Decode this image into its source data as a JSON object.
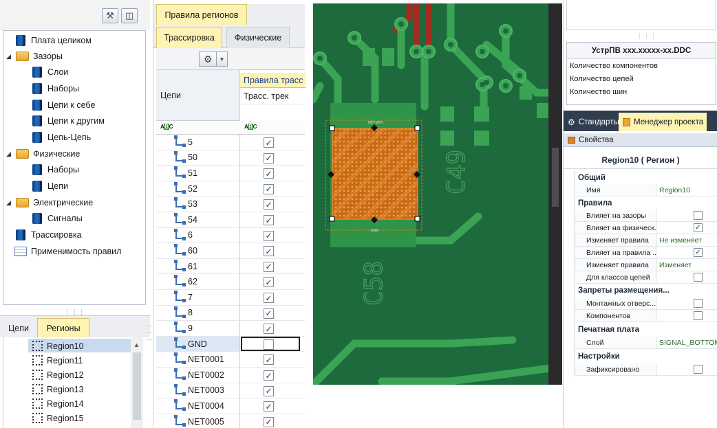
{
  "left_panel": {
    "tree": [
      {
        "label": "Плата целиком",
        "icon": "book-icon",
        "level": 0
      },
      {
        "label": "Зазоры",
        "icon": "folder-icon",
        "level": 0,
        "expanded": true
      },
      {
        "label": "Слои",
        "icon": "book-icon",
        "level": 1
      },
      {
        "label": "Наборы",
        "icon": "book-icon",
        "level": 1
      },
      {
        "label": "Цепи к себе",
        "icon": "book-icon",
        "level": 1
      },
      {
        "label": "Цепи к другим",
        "icon": "book-icon",
        "level": 1
      },
      {
        "label": "Цепь-Цепь",
        "icon": "book-icon",
        "level": 1
      },
      {
        "label": "Физические",
        "icon": "folder-icon",
        "level": 0,
        "expanded": true
      },
      {
        "label": "Наборы",
        "icon": "book-icon",
        "level": 1
      },
      {
        "label": "Цепи",
        "icon": "book-icon",
        "level": 1
      },
      {
        "label": "Электрические",
        "icon": "folder-icon",
        "level": 0,
        "expanded": true
      },
      {
        "label": "Сигналы",
        "icon": "book-icon",
        "level": 1
      },
      {
        "label": "Трассировка",
        "icon": "book-icon",
        "level": 0
      },
      {
        "label": "Применимость правил",
        "icon": "table-icon",
        "level": 0
      }
    ],
    "bottom_tabs": [
      {
        "label": "Цепи",
        "active": false
      },
      {
        "label": "Регионы",
        "active": true
      }
    ],
    "regions": [
      "Region10",
      "Region11",
      "Region12",
      "Region13",
      "Region14",
      "Region15"
    ],
    "selected_region": "Region10"
  },
  "rules_panel": {
    "title_tab": "Правила регионов",
    "sub_tabs": [
      {
        "label": "Трассировка",
        "active": true
      },
      {
        "label": "Физические",
        "active": false
      }
    ],
    "columns": {
      "nets": "Цепи",
      "group": "Правила трасс",
      "track": "Трасс. трек"
    },
    "filter_icon": "abc-filter-icon",
    "rows": [
      {
        "net": "5",
        "checked": true
      },
      {
        "net": "50",
        "checked": true
      },
      {
        "net": "51",
        "checked": true
      },
      {
        "net": "52",
        "checked": true
      },
      {
        "net": "53",
        "checked": true
      },
      {
        "net": "54",
        "checked": true
      },
      {
        "net": "6",
        "checked": true
      },
      {
        "net": "60",
        "checked": true
      },
      {
        "net": "61",
        "checked": true
      },
      {
        "net": "62",
        "checked": true
      },
      {
        "net": "7",
        "checked": true
      },
      {
        "net": "8",
        "checked": true
      },
      {
        "net": "9",
        "checked": true
      },
      {
        "net": "GND",
        "checked": false,
        "selected": true
      },
      {
        "net": "NET0001",
        "checked": true
      },
      {
        "net": "NET0002",
        "checked": true
      },
      {
        "net": "NET0003",
        "checked": true
      },
      {
        "net": "NET0004",
        "checked": true
      },
      {
        "net": "NET0005",
        "checked": true
      }
    ]
  },
  "pcb": {
    "silkscreen": [
      "C49",
      "C58"
    ],
    "pad_labels": [
      "NET-ZPH",
      "GND"
    ],
    "colors": {
      "board": "#1d6b3d",
      "copper": "#3aa454",
      "region": "#e07a1a",
      "trace_red": "#b3261e"
    }
  },
  "right_panel": {
    "info": {
      "title": "УстрПВ xxx.xxxxx-xx.DDC",
      "rows": [
        "Количество компонентов",
        "Количество цепей",
        "Количество шин"
      ]
    },
    "tabs": [
      {
        "label": "Стандарты",
        "icon": "gear-icon",
        "active": false
      },
      {
        "label": "Менеджер проекта",
        "icon": "project-icon",
        "active": true
      }
    ],
    "properties_label": "Свойства",
    "object_title": "Region10 ( Регион )",
    "categories": [
      {
        "name": "Общий",
        "rows": [
          {
            "name": "Имя",
            "value": "Region10"
          }
        ]
      },
      {
        "name": "Правила",
        "rows": [
          {
            "name": "Влияет на зазоры",
            "checkbox": false
          },
          {
            "name": "Влияет на физическ...",
            "checkbox": true
          },
          {
            "name": "Изменяет правила",
            "value": "Не изменяет"
          },
          {
            "name": "Влияет на правила ...",
            "checkbox": true
          },
          {
            "name": "Изменяет правила",
            "value": "Изменяет"
          },
          {
            "name": "Для классов цепей",
            "checkbox": false
          }
        ]
      },
      {
        "name": "Запреты размещения...",
        "rows": [
          {
            "name": "Монтажных отверс...",
            "checkbox": false
          },
          {
            "name": "Компонентов",
            "checkbox": false
          }
        ]
      },
      {
        "name": "Печатная плата",
        "rows": [
          {
            "name": "Слой",
            "value": "SIGNAL_BOTTOM"
          }
        ]
      },
      {
        "name": "Настройки",
        "rows": [
          {
            "name": "Зафиксировано",
            "checkbox": false
          }
        ]
      }
    ]
  }
}
